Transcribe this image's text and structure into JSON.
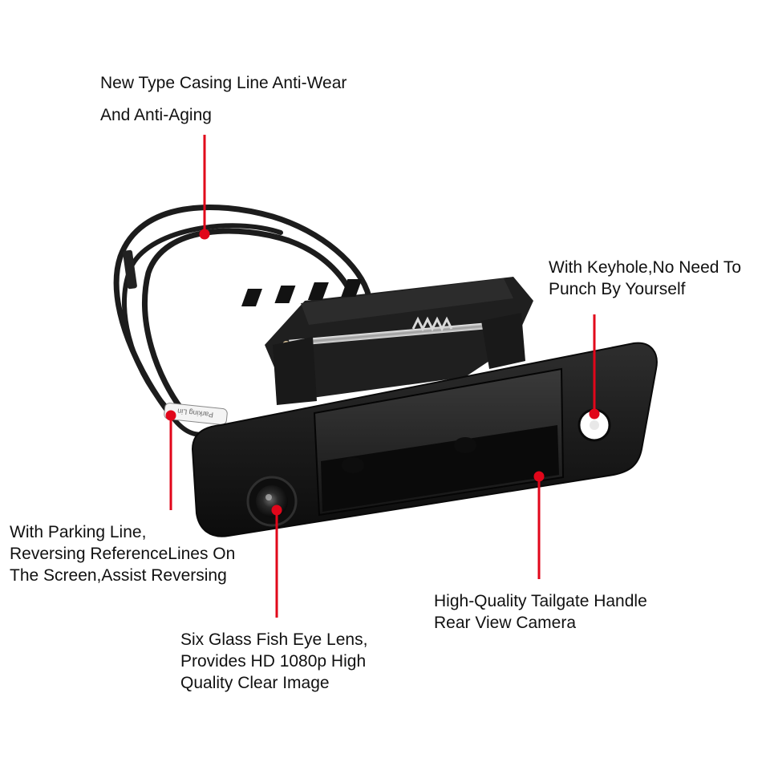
{
  "colors": {
    "background": "#ffffff",
    "leader_line": "#e1061a",
    "product_body": "#1a1a1a",
    "text": "#111111"
  },
  "callouts": {
    "casing": [
      "New Type Casing Line Anti-Wear",
      "And Anti-Aging"
    ],
    "keyhole": [
      "With Keyhole,No Need To",
      "Punch By Yourself"
    ],
    "parking": [
      "With Parking Line,",
      "Reversing ReferenceLines On",
      "The Screen,Assist Reversing"
    ],
    "handle": [
      "High-Quality Tailgate Handle",
      "Rear View Camera"
    ],
    "lens": [
      "Six Glass Fish Eye Lens,",
      "Provides HD 1080p High",
      "Quality Clear Image"
    ]
  },
  "cable_label": "Parking Lin"
}
